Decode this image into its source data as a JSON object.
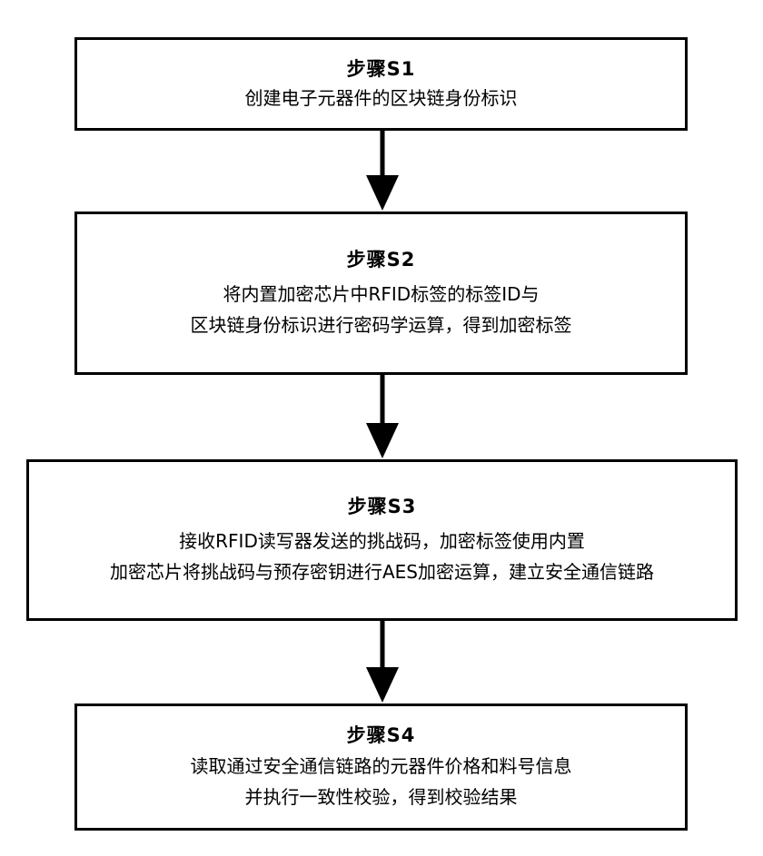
{
  "flowchart": {
    "steps": [
      {
        "title": "步骤S1",
        "lines": [
          "创建电子元器件的区块链身份标识"
        ]
      },
      {
        "title": "步骤S2",
        "lines": [
          "将内置加密芯片中RFID标签的标签ID与",
          "区块链身份标识进行密码学运算，得到加密标签"
        ]
      },
      {
        "title": "步骤S3",
        "lines": [
          "接收RFID读写器发送的挑战码，加密标签使用内置",
          "加密芯片将挑战码与预存密钥进行AES加密运算，建立安全通信链路"
        ]
      },
      {
        "title": "步骤S4",
        "lines": [
          "读取通过安全通信链路的元器件价格和料号信息",
          "并执行一致性校验，得到校验结果"
        ]
      }
    ]
  }
}
